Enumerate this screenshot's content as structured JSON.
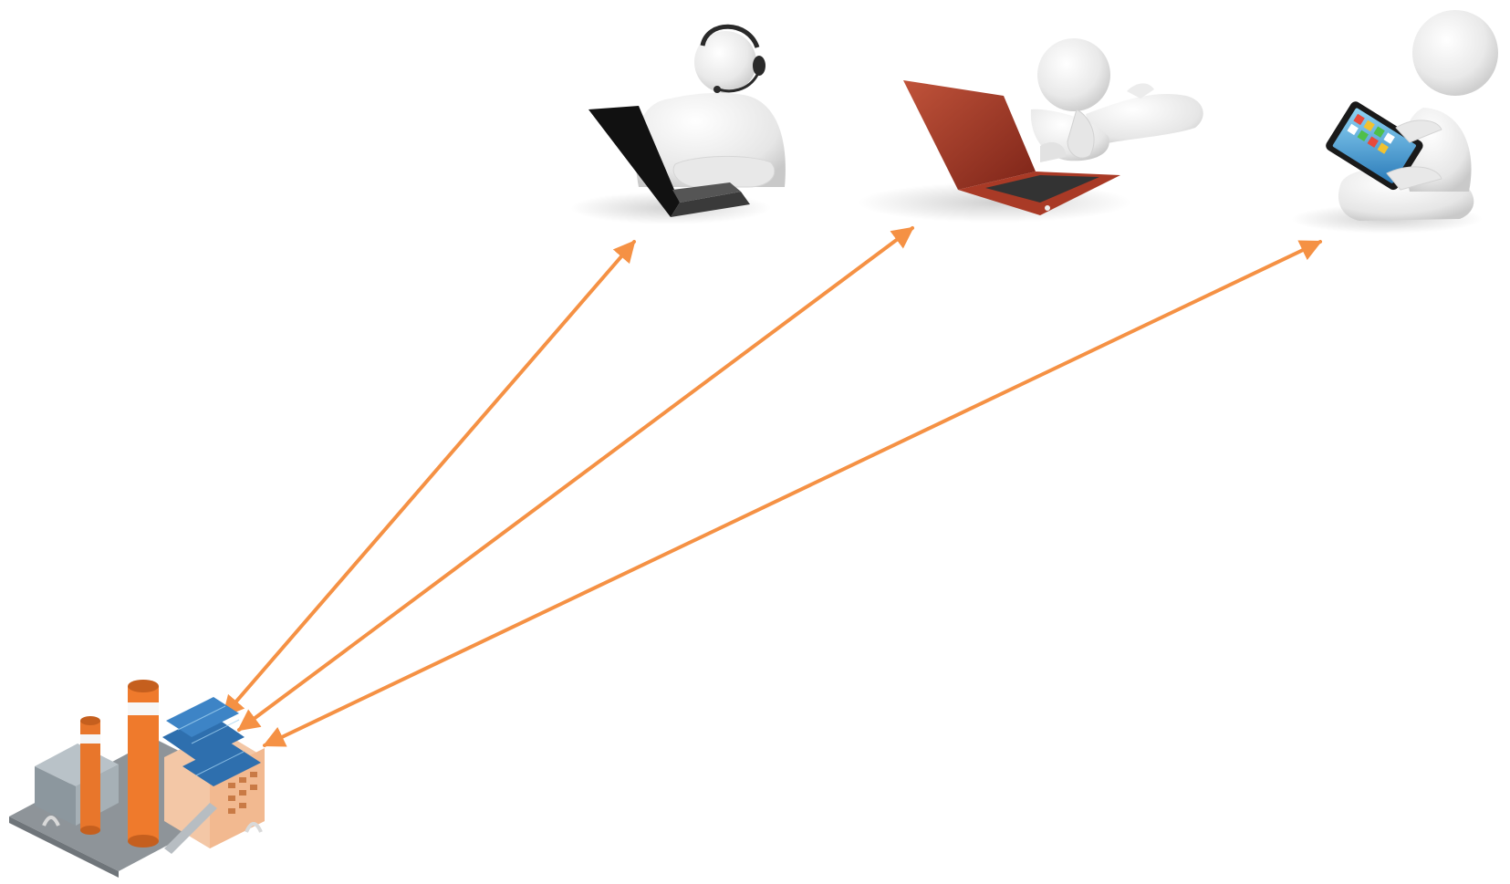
{
  "diagram": {
    "arrow_color": "#F59144",
    "nodes": [
      {
        "id": "factory",
        "icon": "factory-icon"
      },
      {
        "id": "user-headset-laptop",
        "icon": "person-headset-laptop-icon"
      },
      {
        "id": "user-lying-laptop",
        "icon": "person-lying-laptop-icon"
      },
      {
        "id": "user-tablet",
        "icon": "person-tablet-icon"
      }
    ],
    "connections": [
      {
        "from": "factory",
        "to": "user-headset-laptop",
        "bidirectional": true
      },
      {
        "from": "factory",
        "to": "user-lying-laptop",
        "bidirectional": true
      },
      {
        "from": "factory",
        "to": "user-tablet",
        "bidirectional": true
      }
    ]
  }
}
